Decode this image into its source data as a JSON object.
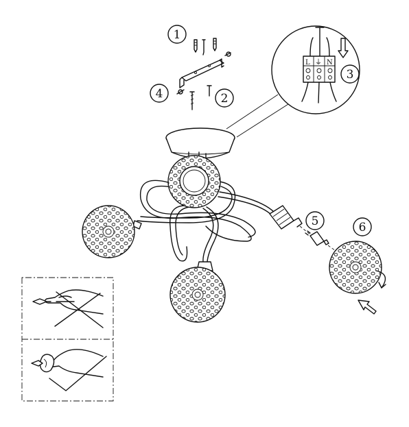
{
  "steps": [
    {
      "label": "1"
    },
    {
      "label": "2"
    },
    {
      "label": "3"
    },
    {
      "label": "4"
    },
    {
      "label": "5"
    },
    {
      "label": "6"
    }
  ],
  "terminal": {
    "live": "L",
    "earth": "⏚",
    "neutral": "N"
  },
  "colors": {
    "line": "#111111",
    "background": "#ffffff"
  },
  "icons": [
    "screw-icon",
    "wall-plug-icon",
    "arrow-down-icon",
    "rotate-arrow-icon",
    "arrow-in-icon",
    "hand-icon",
    "cross-icon",
    "check-icon"
  ]
}
